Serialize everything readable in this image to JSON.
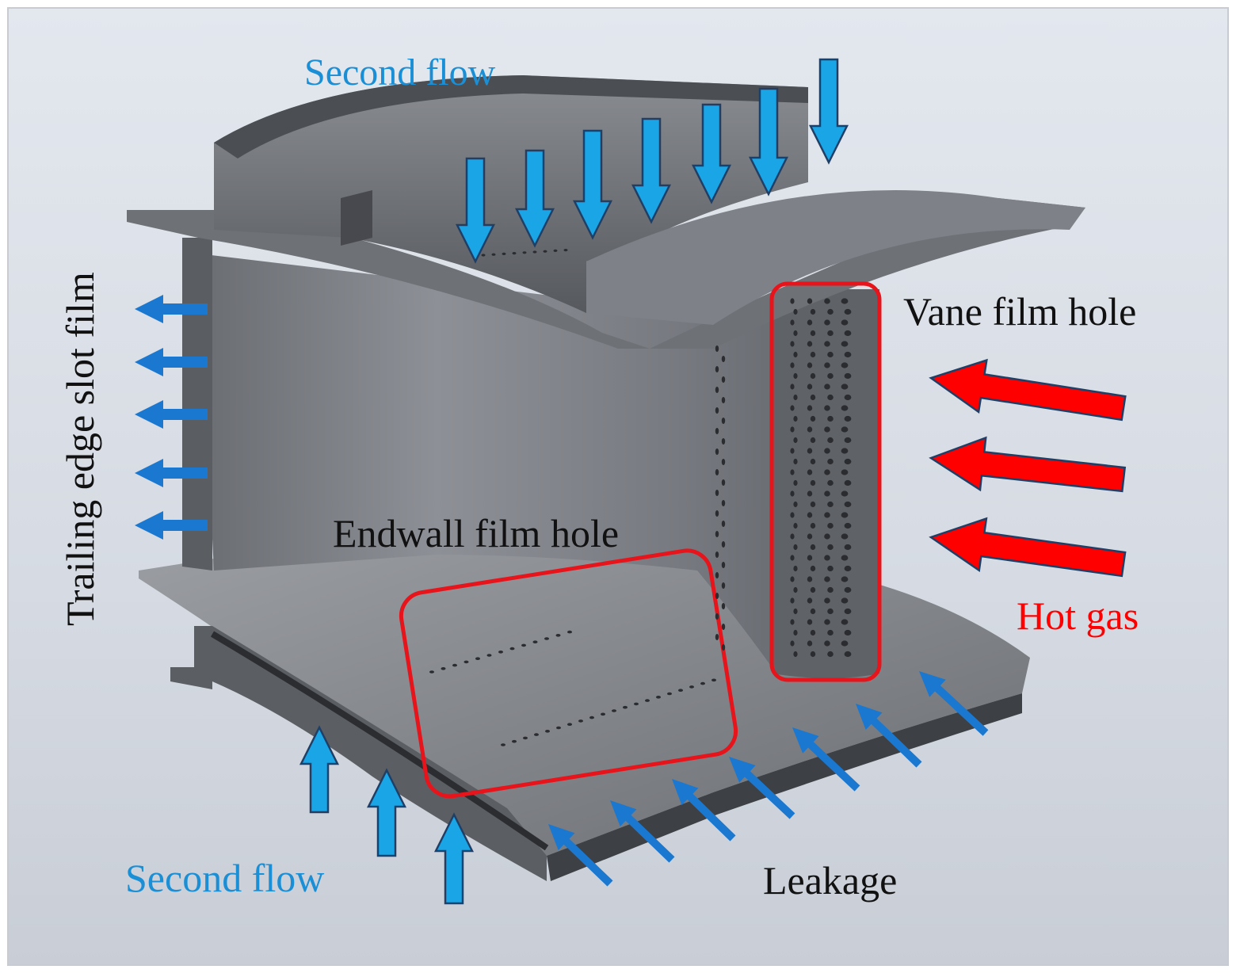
{
  "labels": {
    "second_flow_top": "Second flow",
    "vane_film_hole": "Vane film hole",
    "endwall_film_hole": "Endwall film hole",
    "hot_gas": "Hot gas",
    "leakage": "Leakage",
    "second_flow_bottom": "Second flow",
    "trailing_edge_slot_film": "Trailing edge slot film"
  },
  "colors": {
    "coolant_arrow": "#1aa6e6",
    "leakage_arrow": "#1a78d0",
    "hot_gas_arrow": "#ff0000",
    "highlight_box": "#e8141b",
    "coolant_label": "#1b8fd6",
    "hot_gas_label": "#ff0000",
    "dark_label": "#111111"
  },
  "icons": {
    "coolant": "arrow-down-icon",
    "hot_gas": "arrow-left-icon",
    "leakage": "arrow-diagonal-icon"
  }
}
